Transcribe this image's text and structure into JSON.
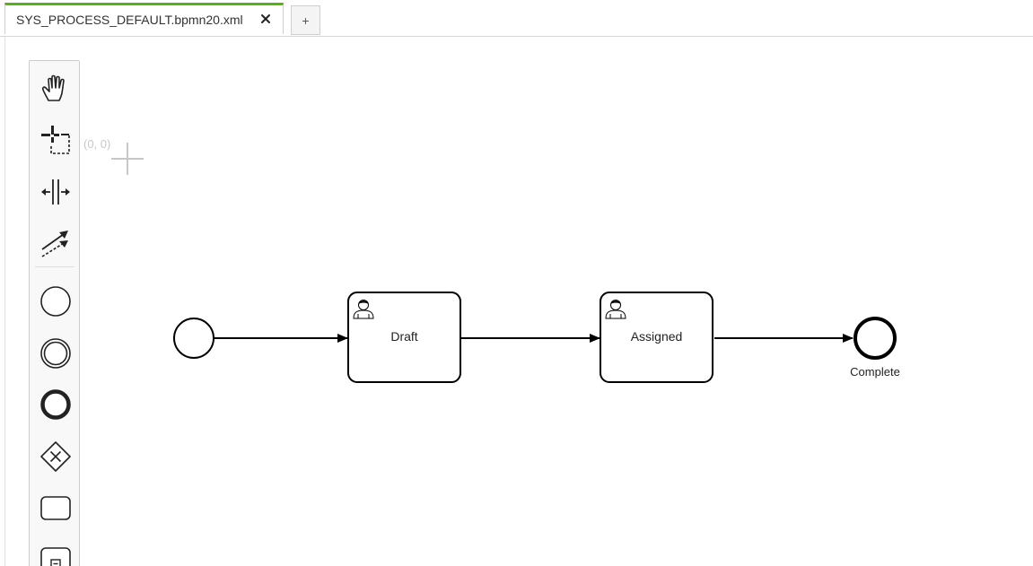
{
  "tabs": [
    {
      "label": "SYS_PROCESS_DEFAULT.bpmn20.xml",
      "active": true,
      "close_icon": "close-icon"
    }
  ],
  "add_tab_label": "+",
  "colors": {
    "active_tab_accent": "#52b415",
    "stroke": "#000000",
    "origin_marker": "#c8c8c8"
  },
  "palette": {
    "tools": [
      {
        "name": "hand-tool",
        "icon": "hand-icon"
      },
      {
        "name": "lasso-tool",
        "icon": "lasso-icon"
      },
      {
        "name": "space-tool",
        "icon": "space-icon"
      },
      {
        "name": "global-connect-tool",
        "icon": "connect-icon"
      },
      {
        "name": "create-start-event",
        "icon": "start-event-icon"
      },
      {
        "name": "create-intermediate-event",
        "icon": "intermediate-event-icon"
      },
      {
        "name": "create-end-event",
        "icon": "end-event-icon"
      },
      {
        "name": "create-exclusive-gateway",
        "icon": "gateway-icon"
      },
      {
        "name": "create-task",
        "icon": "task-icon"
      },
      {
        "name": "create-subprocess",
        "icon": "subprocess-icon"
      }
    ]
  },
  "canvas": {
    "origin_label": "(0, 0)"
  },
  "diagram": {
    "tasks": [
      {
        "id": "draft",
        "label": "Draft",
        "icon": "user-icon"
      },
      {
        "id": "assigned",
        "label": "Assigned",
        "icon": "user-icon"
      }
    ],
    "end_event": {
      "label": "Complete"
    }
  }
}
